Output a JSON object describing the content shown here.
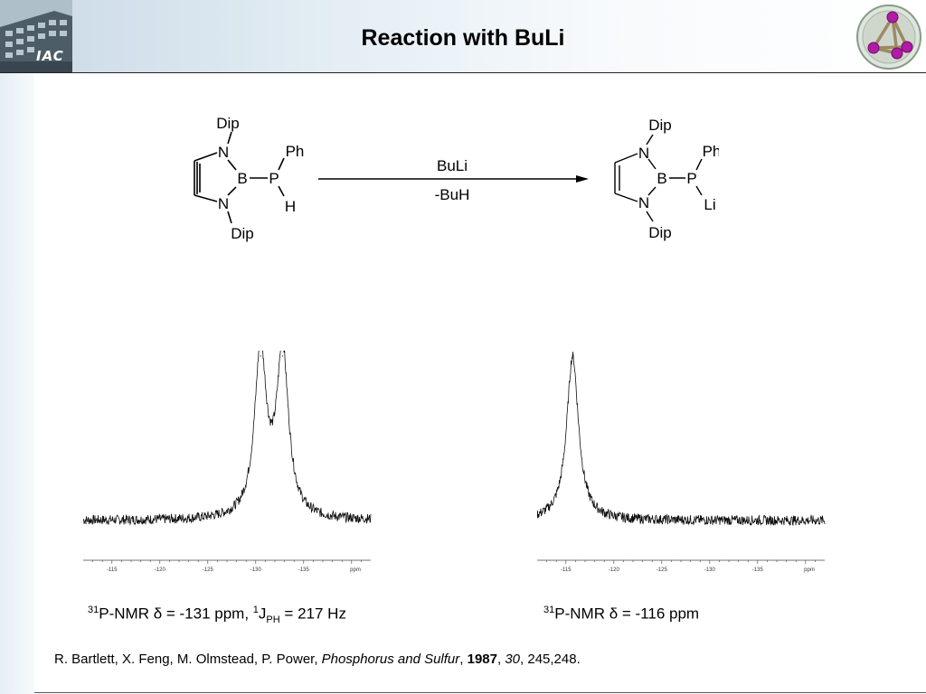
{
  "slide": {
    "title": "Reaction with BuLi",
    "logo_left_text": "IAC"
  },
  "scheme": {
    "reactant": {
      "top": "Dip",
      "bottom": "Dip",
      "n_top": "N",
      "n_bottom": "N",
      "boron": "B",
      "phosphorus": "P",
      "p_sub1": "Ph",
      "p_sub2": "H"
    },
    "reagent_above": "BuLi",
    "reagent_below": "-BuH",
    "product": {
      "top": "Dip",
      "bottom": "Dip",
      "n_top": "N",
      "n_bottom": "N",
      "boron": "B",
      "phosphorus": "P",
      "p_sub1": "Ph",
      "p_sub2": "Li"
    }
  },
  "chart_data": [
    {
      "type": "line",
      "x_unit": "ppm",
      "xlim": [
        -112,
        -142
      ],
      "x_ticks": [
        "-115",
        "-120",
        "-125",
        "-130",
        "-135",
        "ppm"
      ],
      "peaks": [
        {
          "ppm": -130.5,
          "height": 1.0
        },
        {
          "ppm": -132.8,
          "height": 1.0
        }
      ]
    },
    {
      "type": "line",
      "x_unit": "ppm",
      "xlim": [
        -112,
        -142
      ],
      "x_ticks": [
        "-115",
        "-120",
        "-125",
        "-130",
        "-135",
        "ppm"
      ],
      "peaks": [
        {
          "ppm": -115.7,
          "height": 1.0
        }
      ]
    }
  ],
  "captions": {
    "left": {
      "iso": "31",
      "a": "P-NMR δ = -131 ppm, ",
      "iso2": "1",
      "j": "J",
      "sub": "PH",
      "b": " = 217 Hz"
    },
    "right": {
      "iso": "31",
      "a": "P-NMR δ = -116 ppm"
    }
  },
  "reference": {
    "authors": "R. Bartlett, X. Feng, M. Olmstead, P. Power, ",
    "journal": "Phosphorus and Sulfur",
    "sep1": ", ",
    "year": "1987",
    "sep2": ", ",
    "volume": "30",
    "pages": ", 245,248."
  }
}
